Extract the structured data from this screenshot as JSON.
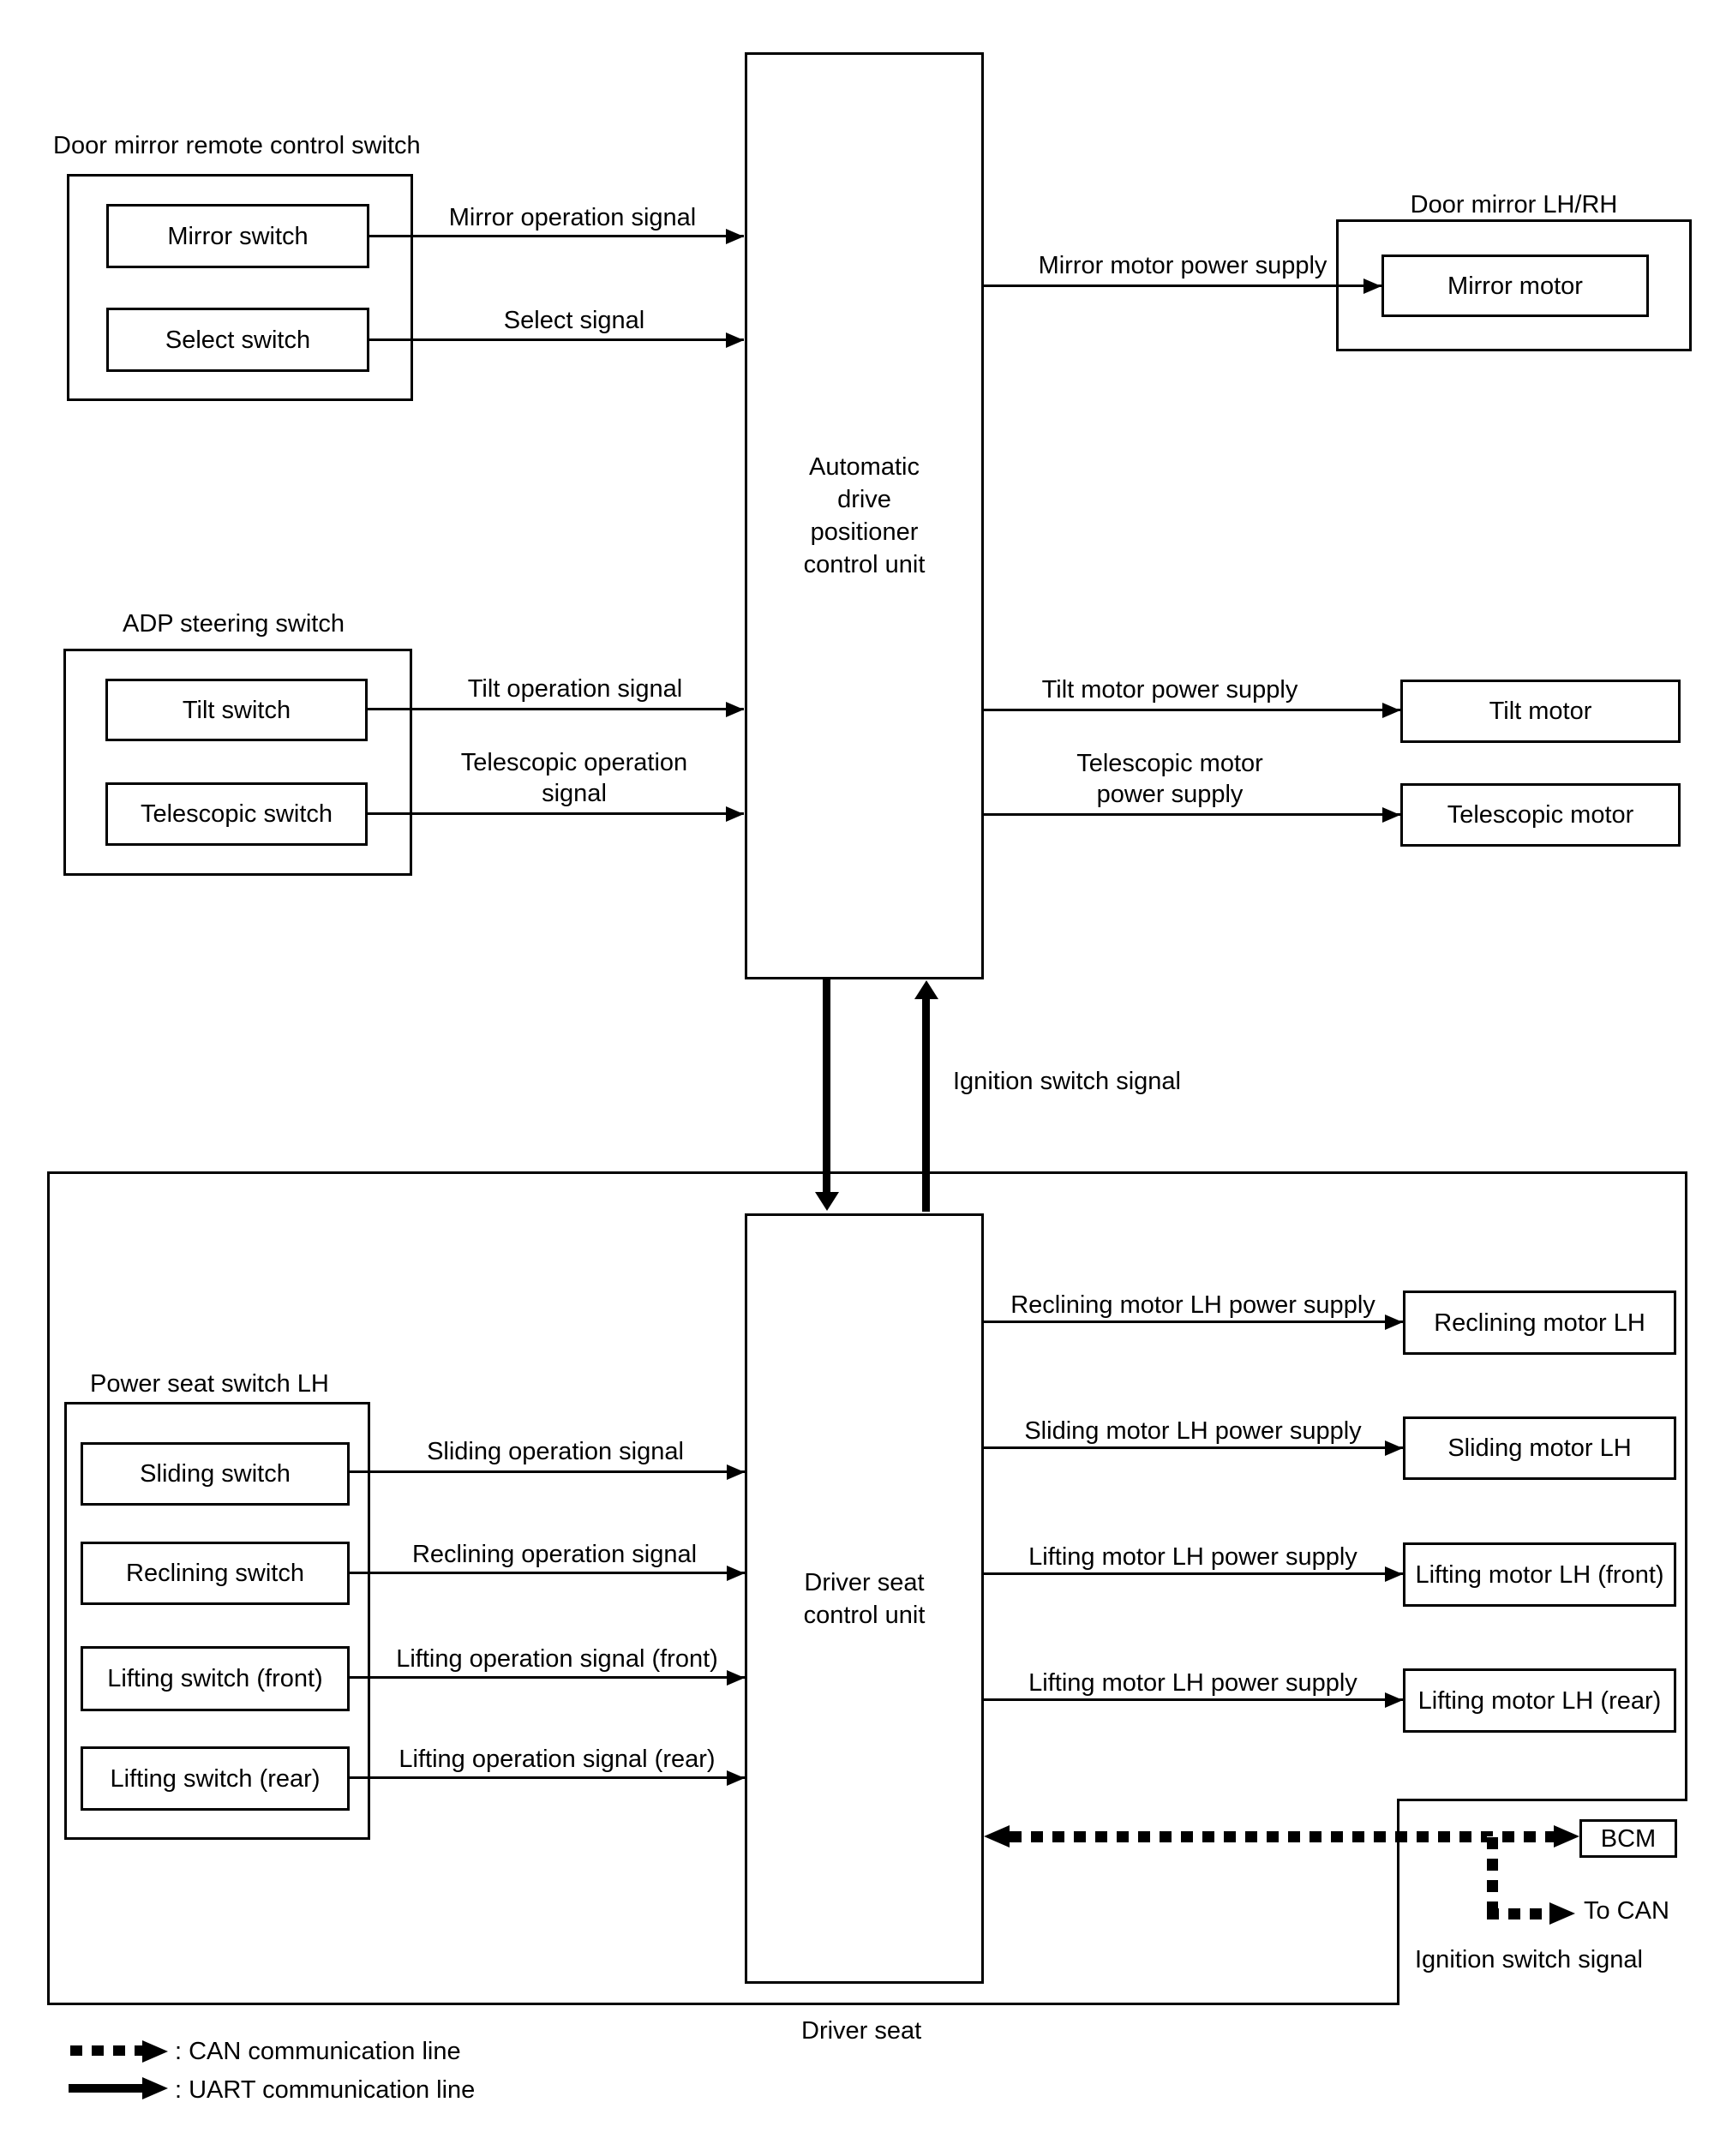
{
  "diagram": {
    "door_mirror_remote": {
      "label": "Door mirror remote control switch",
      "mirror_switch": "Mirror switch",
      "select_switch": "Select switch"
    },
    "adp_unit_label": "Automatic\ndrive\npositioner\ncontrol unit",
    "door_mirror": {
      "label": "Door mirror LH/RH",
      "mirror_motor": "Mirror motor"
    },
    "adp_steering": {
      "label": "ADP steering switch",
      "tilt_switch": "Tilt switch",
      "telescopic_switch": "Telescopic switch"
    },
    "tilt_motor": "Tilt motor",
    "telescopic_motor": "Telescopic motor",
    "signals": {
      "mirror_operation": "Mirror operation signal",
      "select": "Select signal",
      "mirror_motor_supply": "Mirror motor power supply",
      "tilt_operation": "Tilt operation signal",
      "telescopic_operation": "Telescopic operation\nsignal",
      "tilt_motor_supply": "Tilt motor power supply",
      "telescopic_motor_supply": "Telescopic motor\npower supply",
      "ignition_mid": "Ignition switch signal"
    },
    "power_seat": {
      "label": "Power seat switch LH",
      "sliding": "Sliding switch",
      "reclining": "Reclining switch",
      "lifting_front": "Lifting switch (front)",
      "lifting_rear": "Lifting switch (rear)"
    },
    "seat_signals": {
      "sliding": "Sliding operation signal",
      "reclining": "Reclining operation signal",
      "lifting_front": "Lifting operation signal (front)",
      "lifting_rear": "Lifting operation signal (rear)"
    },
    "driver_unit_label": "Driver seat\ncontrol unit",
    "motor_outputs": [
      {
        "signal": "Reclining motor LH power supply",
        "motor": "Reclining motor LH"
      },
      {
        "signal": "Sliding motor LH power supply",
        "motor": "Sliding motor LH"
      },
      {
        "signal": "Lifting motor LH power supply",
        "motor": "Lifting motor LH (front)"
      },
      {
        "signal": "Lifting motor LH power supply",
        "motor": "Lifting motor LH (rear)"
      }
    ],
    "bcm": "BCM",
    "to_can": "To CAN",
    "ignition_bottom": "Ignition switch signal",
    "driver_seat": "Driver seat",
    "legend": {
      "can": ": CAN communication line",
      "uart": ": UART communication line"
    },
    "colors": {
      "line": "#000000",
      "background": "#ffffff"
    }
  }
}
